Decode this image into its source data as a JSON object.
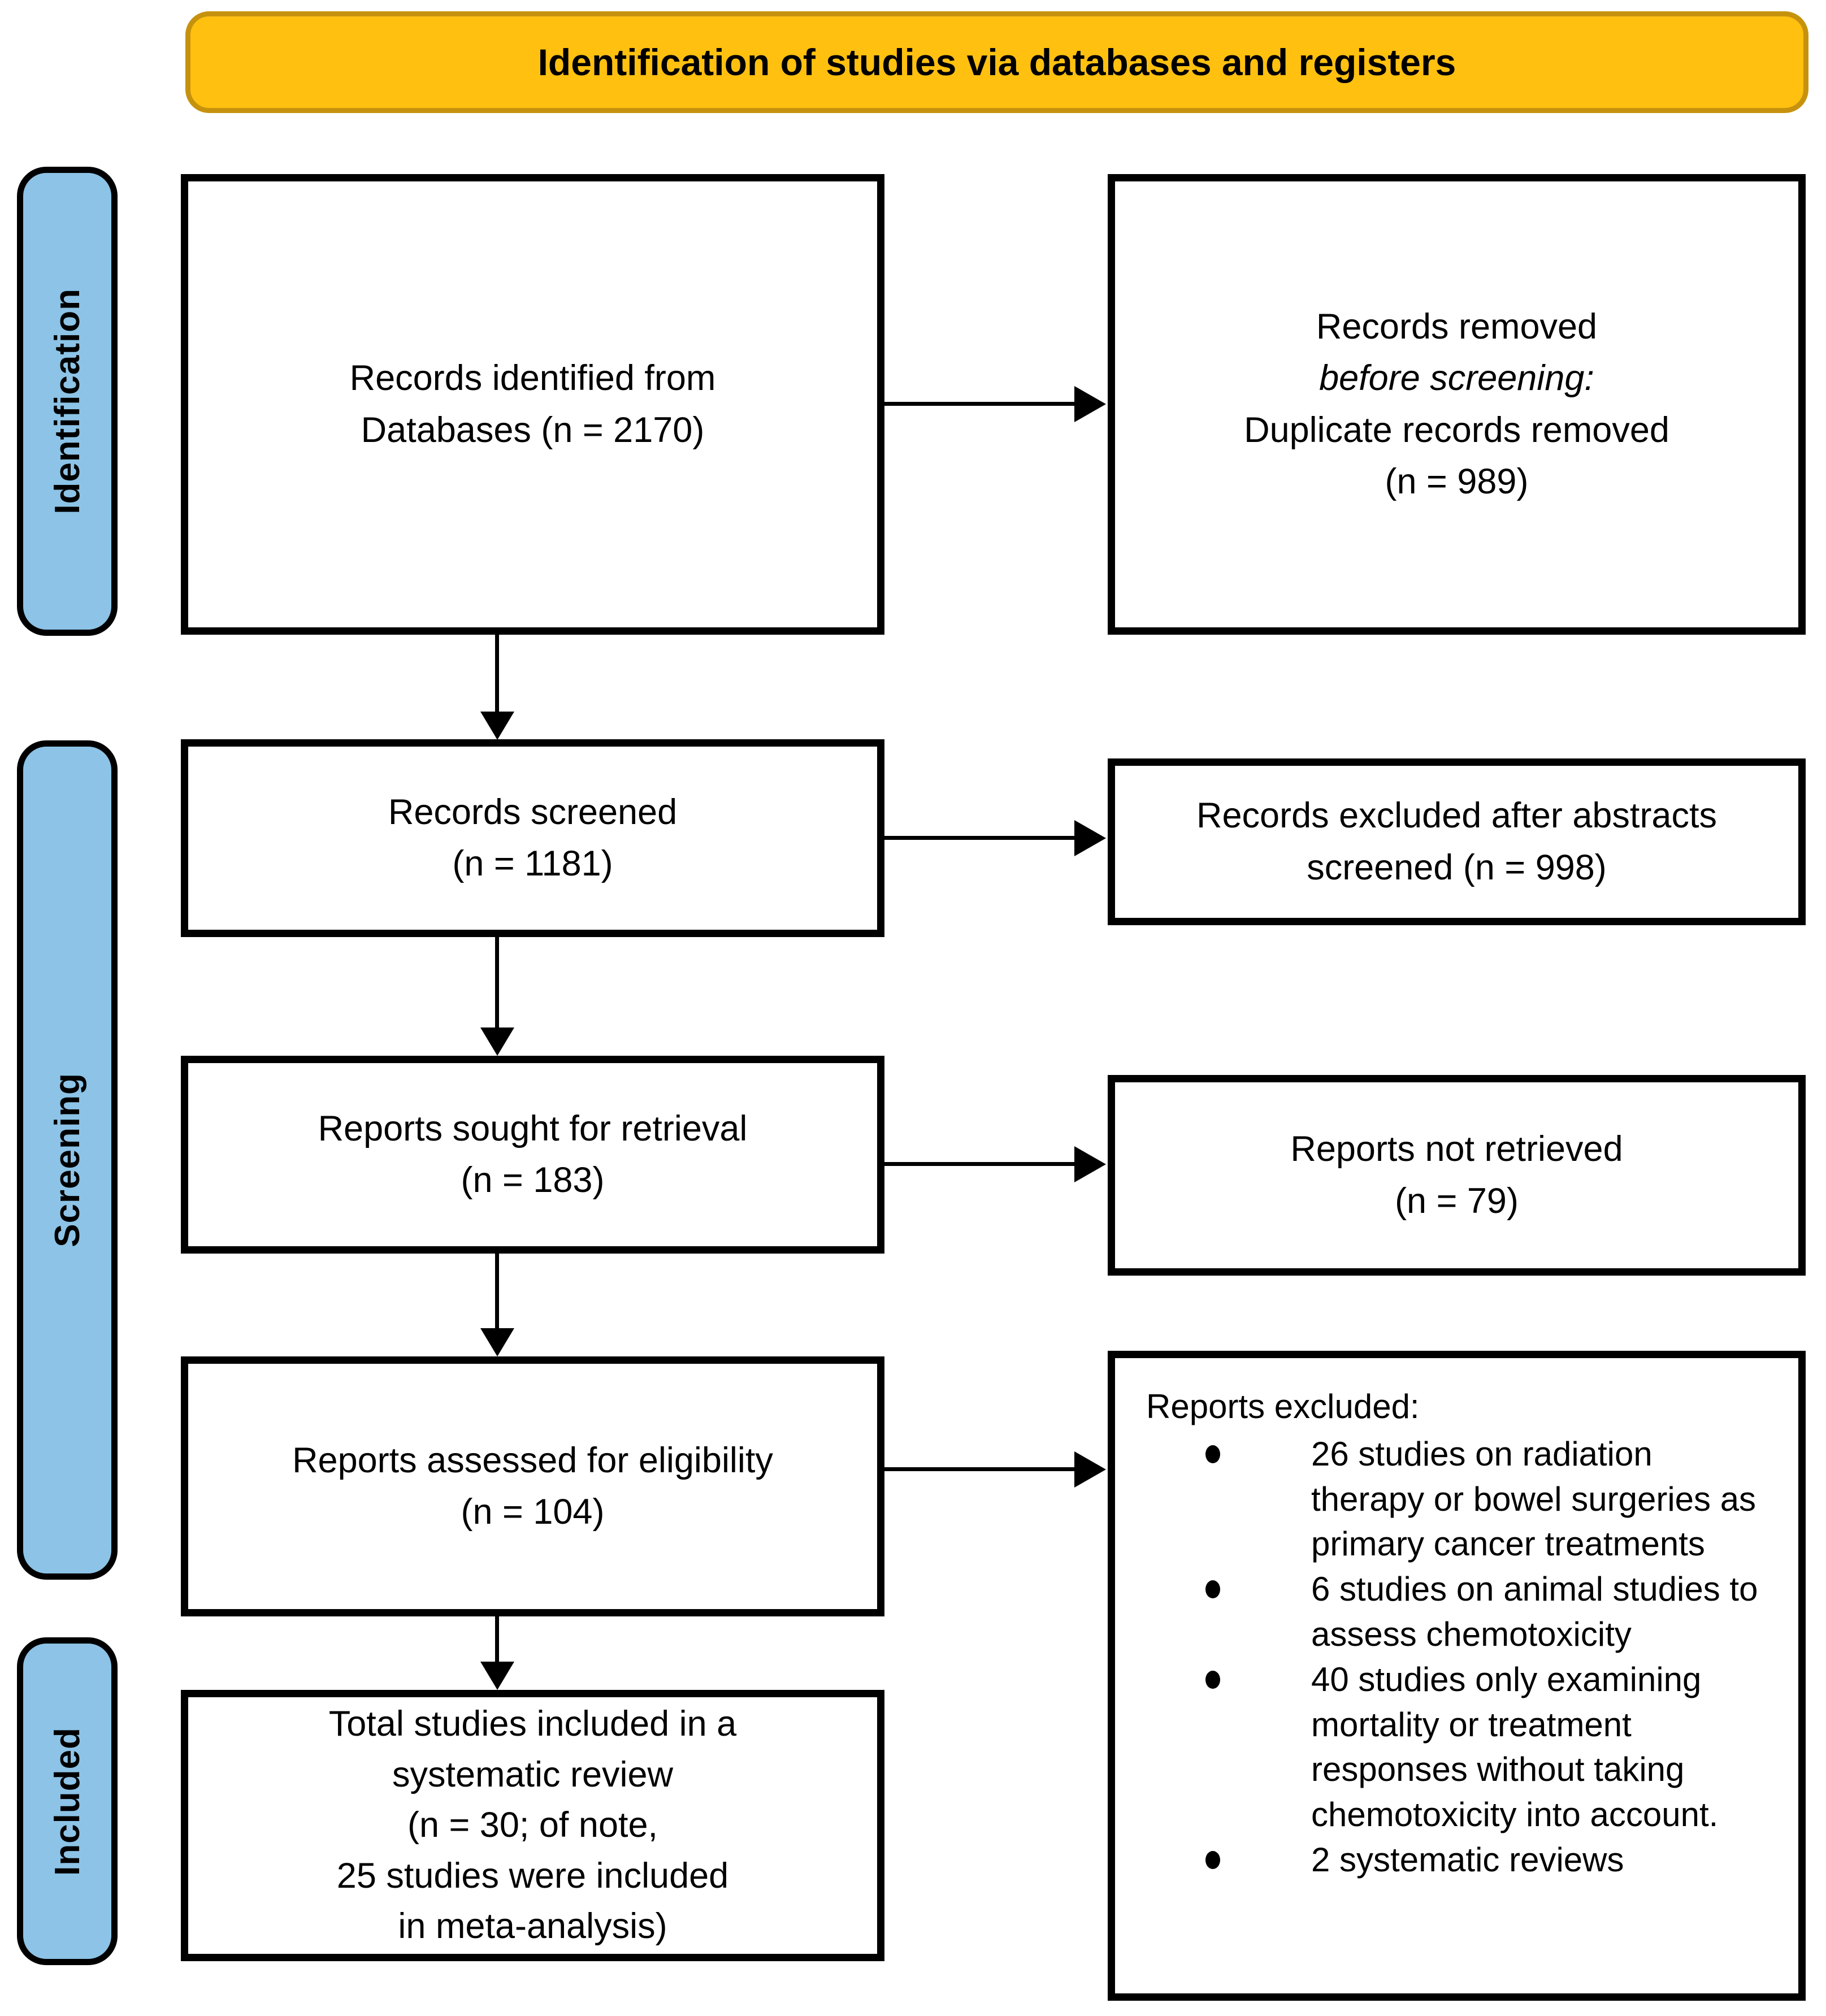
{
  "banner": {
    "title": "Identification of studies via databases and registers"
  },
  "stages": [
    {
      "label": "Identification"
    },
    {
      "label": "Screening"
    },
    {
      "label": "Included"
    }
  ],
  "boxes": {
    "records_identified": {
      "lines": [
        "Records identified from",
        "Databases (n = 2170)"
      ]
    },
    "records_removed": {
      "lines": [
        "Records removed",
        "before screening:",
        "Duplicate records removed",
        "(n = 989)"
      ]
    },
    "records_screened": {
      "lines": [
        "Records screened",
        "(n = 1181)"
      ]
    },
    "records_excluded": {
      "lines": [
        "Records excluded after abstracts",
        "screened (n = 998)"
      ]
    },
    "reports_sought": {
      "lines": [
        "Reports sought for retrieval",
        "(n = 183)"
      ]
    },
    "reports_not_retrieved": {
      "lines": [
        "Reports not retrieved",
        "(n = 79)"
      ]
    },
    "reports_assessed": {
      "lines": [
        "Reports assessed for eligibility",
        "(n = 104)"
      ]
    },
    "reports_excluded": {
      "heading": "Reports excluded:",
      "bullets": [
        "26 studies on radiation therapy or bowel surgeries as primary cancer treatments",
        "6 studies on animal studies to assess chemotoxicity",
        "40 studies only examining mortality or treatment responses without taking chemotoxicity into account.",
        "2 systematic reviews"
      ]
    },
    "total_included": {
      "lines": [
        "Total studies included in a",
        "systematic review",
        "(n = 30; of note,",
        "25 studies were included",
        "in meta-analysis)"
      ]
    }
  },
  "colors": {
    "banner_fill": "#FFC010",
    "banner_border": "#C6920E",
    "stage_fill": "#8CC3E6",
    "line_color": "#000000"
  }
}
